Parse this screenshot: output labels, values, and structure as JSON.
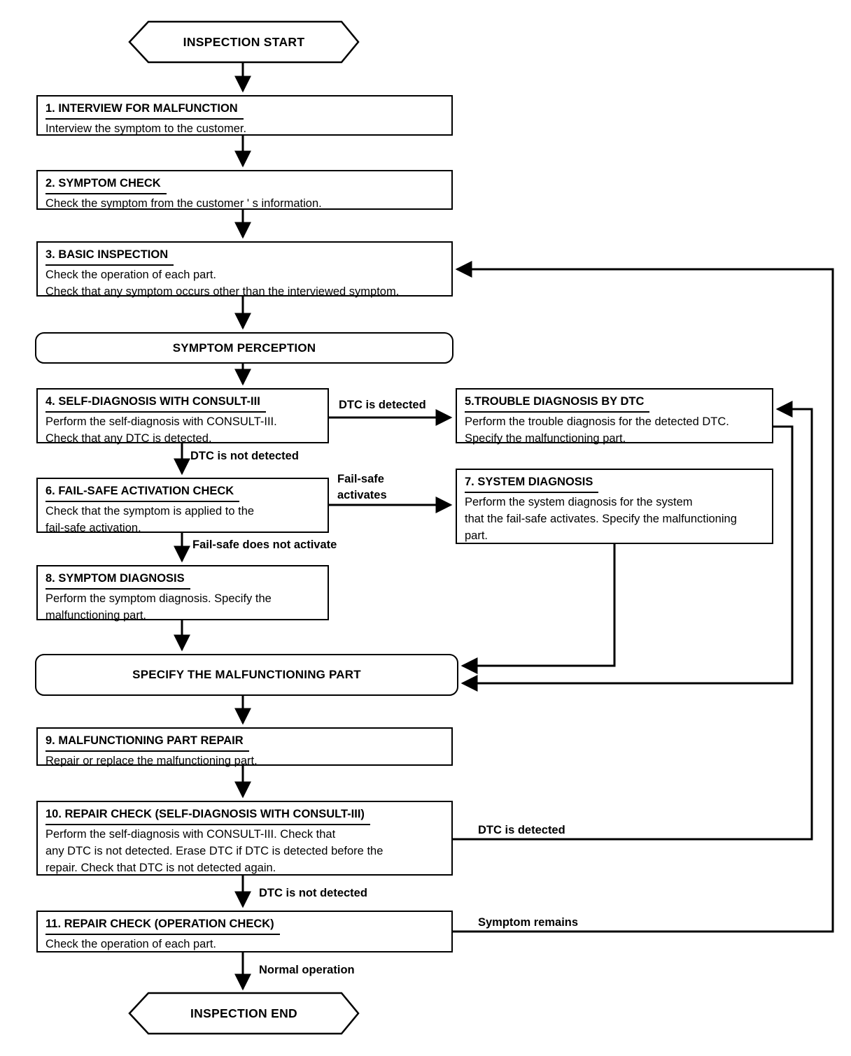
{
  "page": {
    "background": "#ffffff",
    "line_color": "#000000"
  },
  "flowchart": {
    "start": "INSPECTION START",
    "end": "INSPECTION END",
    "terminators": {
      "symptom_perception": "SYMPTOM PERCEPTION",
      "specify_part": "SPECIFY THE MALFUNCTIONING PART"
    },
    "steps": {
      "s1": {
        "title": "1. INTERVIEW FOR MALFUNCTION",
        "body": "Interview the symptom to the customer."
      },
      "s2": {
        "title": "2. SYMPTOM CHECK",
        "body": "Check the symptom from the customer ' s information."
      },
      "s3": {
        "title": "3. BASIC INSPECTION",
        "body": "Check the operation of each part.\nCheck that any symptom occurs other than the interviewed symptom."
      },
      "s4": {
        "title": "4. SELF-DIAGNOSIS WITH CONSULT-III",
        "body": "Perform the self-diagnosis with CONSULT-III.\nCheck that any DTC is detected."
      },
      "s5": {
        "title": "5.TROUBLE DIAGNOSIS BY DTC",
        "body": "Perform the trouble diagnosis for the detected DTC.\nSpecify the malfunctioning part."
      },
      "s6": {
        "title": "6. FAIL-SAFE ACTIVATION CHECK",
        "body": "Check that the symptom is applied to the\nfail-safe activation."
      },
      "s7": {
        "title": "7. SYSTEM DIAGNOSIS",
        "body": "Perform the system diagnosis for the system\nthat the fail-safe activates. Specify the malfunctioning\npart."
      },
      "s8": {
        "title": "8. SYMPTOM DIAGNOSIS",
        "body": "Perform the symptom diagnosis. Specify the\nmalfunctioning part."
      },
      "s9": {
        "title": "9. MALFUNCTIONING PART REPAIR",
        "body": "Repair or replace the malfunctioning part."
      },
      "s10": {
        "title": "10. REPAIR CHECK (SELF-DIAGNOSIS WITH CONSULT-III)",
        "body": "Perform the self-diagnosis with CONSULT-III. Check that\nany DTC is not detected. Erase DTC if DTC is detected before the\nrepair. Check that DTC is not detected again."
      },
      "s11": {
        "title": "11. REPAIR CHECK (OPERATION CHECK)",
        "body": "Check the operation of each part."
      }
    },
    "edge_labels": {
      "dtc_detected_4_5": "DTC is detected",
      "dtc_not_detected_4_6": "DTC is not detected",
      "fail_safe_activates": "Fail-safe\nactivates",
      "fail_safe_does_not_activate": "Fail-safe does not activate",
      "dtc_detected_10_5": "DTC is detected",
      "dtc_not_detected_10_11": "DTC is not detected",
      "symptom_remains": "Symptom remains",
      "normal_operation": "Normal operation"
    }
  }
}
